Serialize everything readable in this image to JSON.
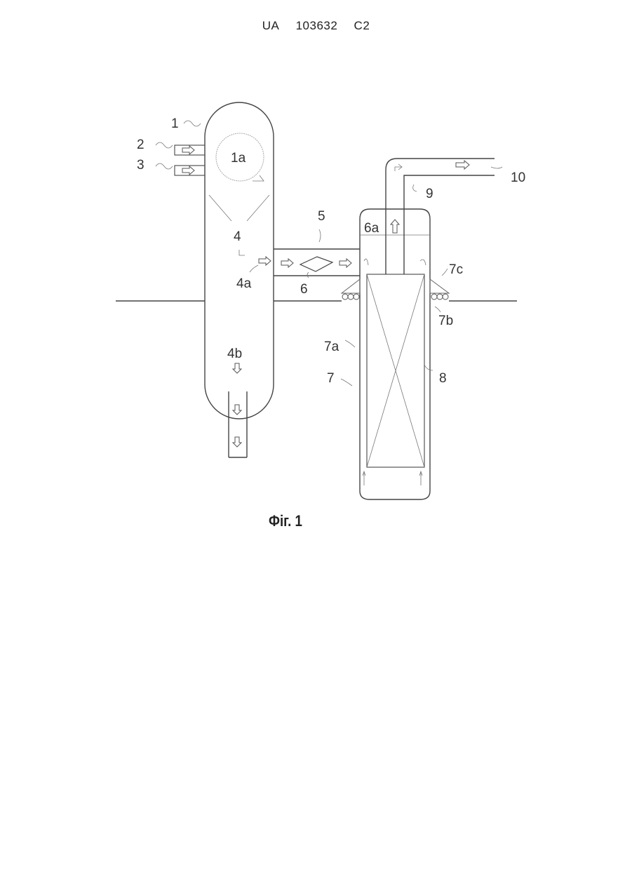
{
  "header": {
    "country": "UA",
    "number": "103632",
    "kind": "C2"
  },
  "figure": {
    "caption": "Фіг. 1",
    "labels": {
      "l1": "1",
      "l1a": "1a",
      "l2": "2",
      "l3": "3",
      "l4": "4",
      "l4a": "4a",
      "l4b": "4b",
      "l5": "5",
      "l6": "6",
      "l6a": "6a",
      "l7": "7",
      "l7a": "7a",
      "l7b": "7b",
      "l7c": "7c",
      "l8": "8",
      "l9": "9",
      "l10": "10"
    }
  }
}
